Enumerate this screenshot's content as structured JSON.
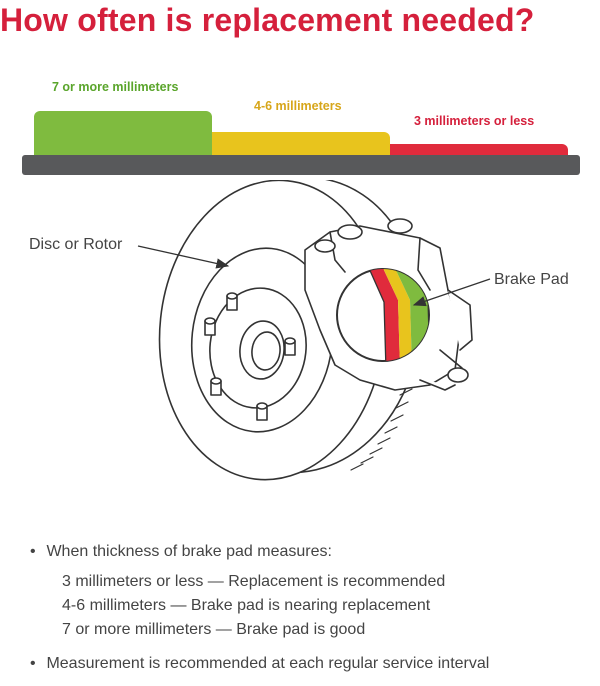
{
  "title": "How often is replacement needed?",
  "thickness_chart": {
    "labels": {
      "good": "7 or more millimeters",
      "nearing": "4-6 millimeters",
      "replace": "3 millimeters or less"
    },
    "colors": {
      "good": "#7fbb3f",
      "nearing": "#e8c41d",
      "replace": "#e02b3c",
      "base": "#58595b",
      "title": "#d5203c"
    }
  },
  "diagram": {
    "rotor_label": "Disc or Rotor",
    "pad_label": "Brake Pad"
  },
  "notes": {
    "bullet": "•",
    "intro": "When thickness of brake pad measures:",
    "items": [
      "3 millimeters or less — Replacement is recommended",
      "4-6 millimeters — Brake pad is nearing replacement",
      "7 or more millimeters — Brake pad is good"
    ],
    "service": "Measurement is recommended at each regular service interval"
  }
}
